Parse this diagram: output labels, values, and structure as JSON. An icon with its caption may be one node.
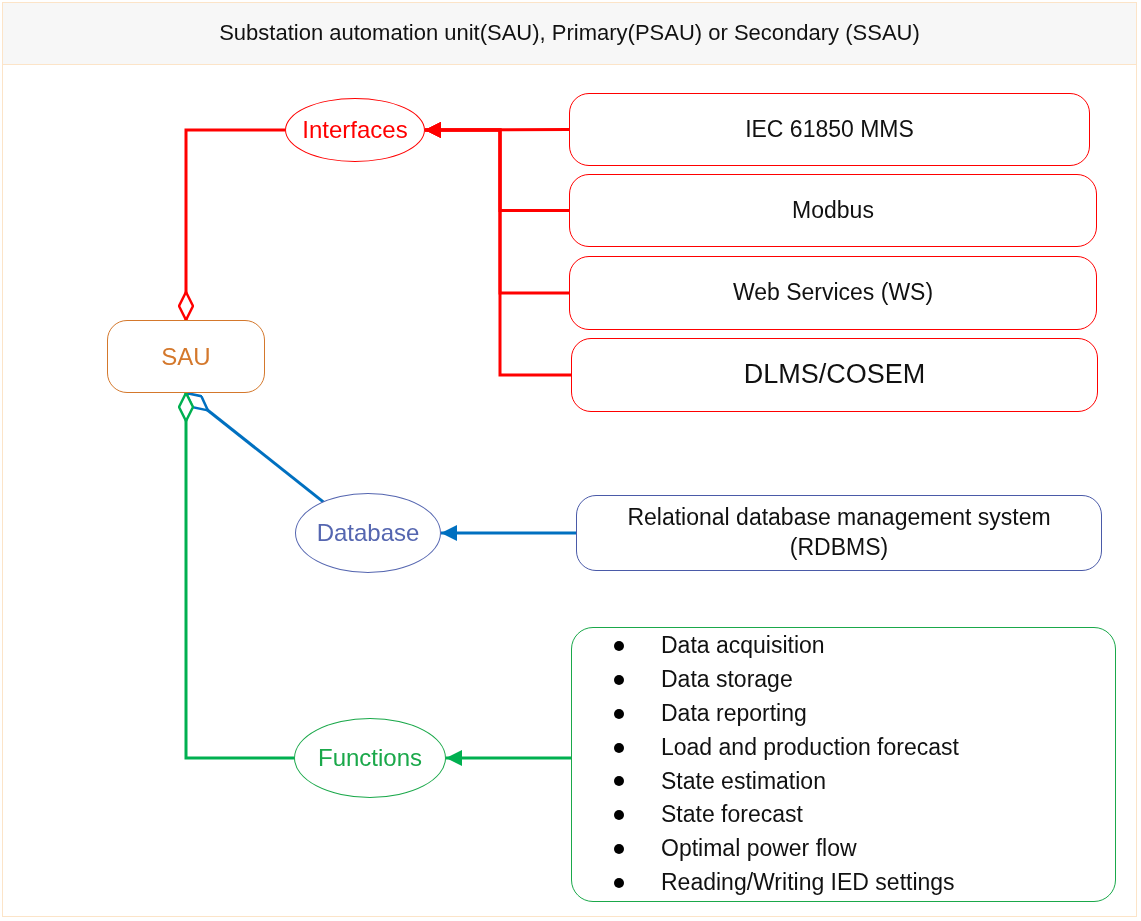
{
  "diagram": {
    "title": "Substation automation unit(SAU), Primary(PSAU) or Secondary (SSAU)",
    "nodes": [
      {
        "text": [
          "Interfaces"
        ]
      },
      {
        "text": [
          "IEC 61850 MMS"
        ]
      },
      {
        "text": [
          "Modbus"
        ]
      },
      {
        "text": [
          "Web Services (WS)"
        ]
      },
      {
        "text": [
          "DLMS/COSEM"
        ]
      },
      {
        "text": [
          "SAU"
        ]
      },
      {
        "text": [
          "Database"
        ]
      },
      {
        "text": [
          "Relational database management system (RDBMS)"
        ]
      },
      {
        "text": [
          "Functions"
        ]
      },
      {
        "text": [
          "Data acquisition",
          "Data storage",
          "Data reporting",
          "Load and production forecast",
          "State estimation",
          "State forecast",
          "Optimal power flow",
          "Reading/Writing IED settings"
        ]
      }
    ],
    "edges": [
      {
        "from": 0,
        "to": 5,
        "arrow": "other"
      },
      {
        "from": 1,
        "to": 0,
        "arrow": "to"
      },
      {
        "from": 2,
        "to": 0,
        "arrow": "to"
      },
      {
        "from": 3,
        "to": 0,
        "arrow": "to"
      },
      {
        "from": 4,
        "to": 0,
        "arrow": "to"
      },
      {
        "from": 6,
        "to": 5,
        "arrow": "other",
        "color": "#0070c0"
      },
      {
        "from": 7,
        "to": 6,
        "arrow": "to",
        "color": "#0070c0"
      },
      {
        "from": 8,
        "to": 5,
        "arrow": "other",
        "color": "#00b050"
      },
      {
        "from": 9,
        "to": 8,
        "arrow": "to",
        "color": "#00b050"
      }
    ]
  }
}
